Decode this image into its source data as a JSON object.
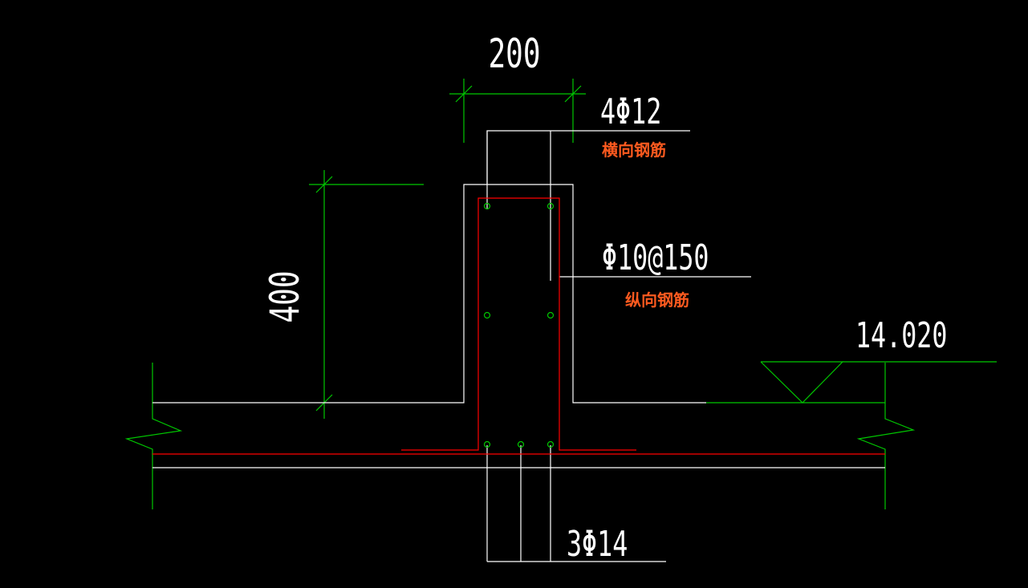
{
  "dimensions": {
    "width_label": "200",
    "height_label": "400"
  },
  "labels": {
    "top_rebar": "4Φ12",
    "top_rebar_note": "横向钢筋",
    "stirrup": "Φ10@150",
    "stirrup_note": "纵向钢筋",
    "bottom_rebar": "3Φ14",
    "elevation": "14.020"
  },
  "colors": {
    "background": "#000000",
    "concrete_outline": "#ffffff",
    "rebar": "#ff0000",
    "dimension_lines": "#00c800",
    "note_text": "#ff5a1f"
  }
}
